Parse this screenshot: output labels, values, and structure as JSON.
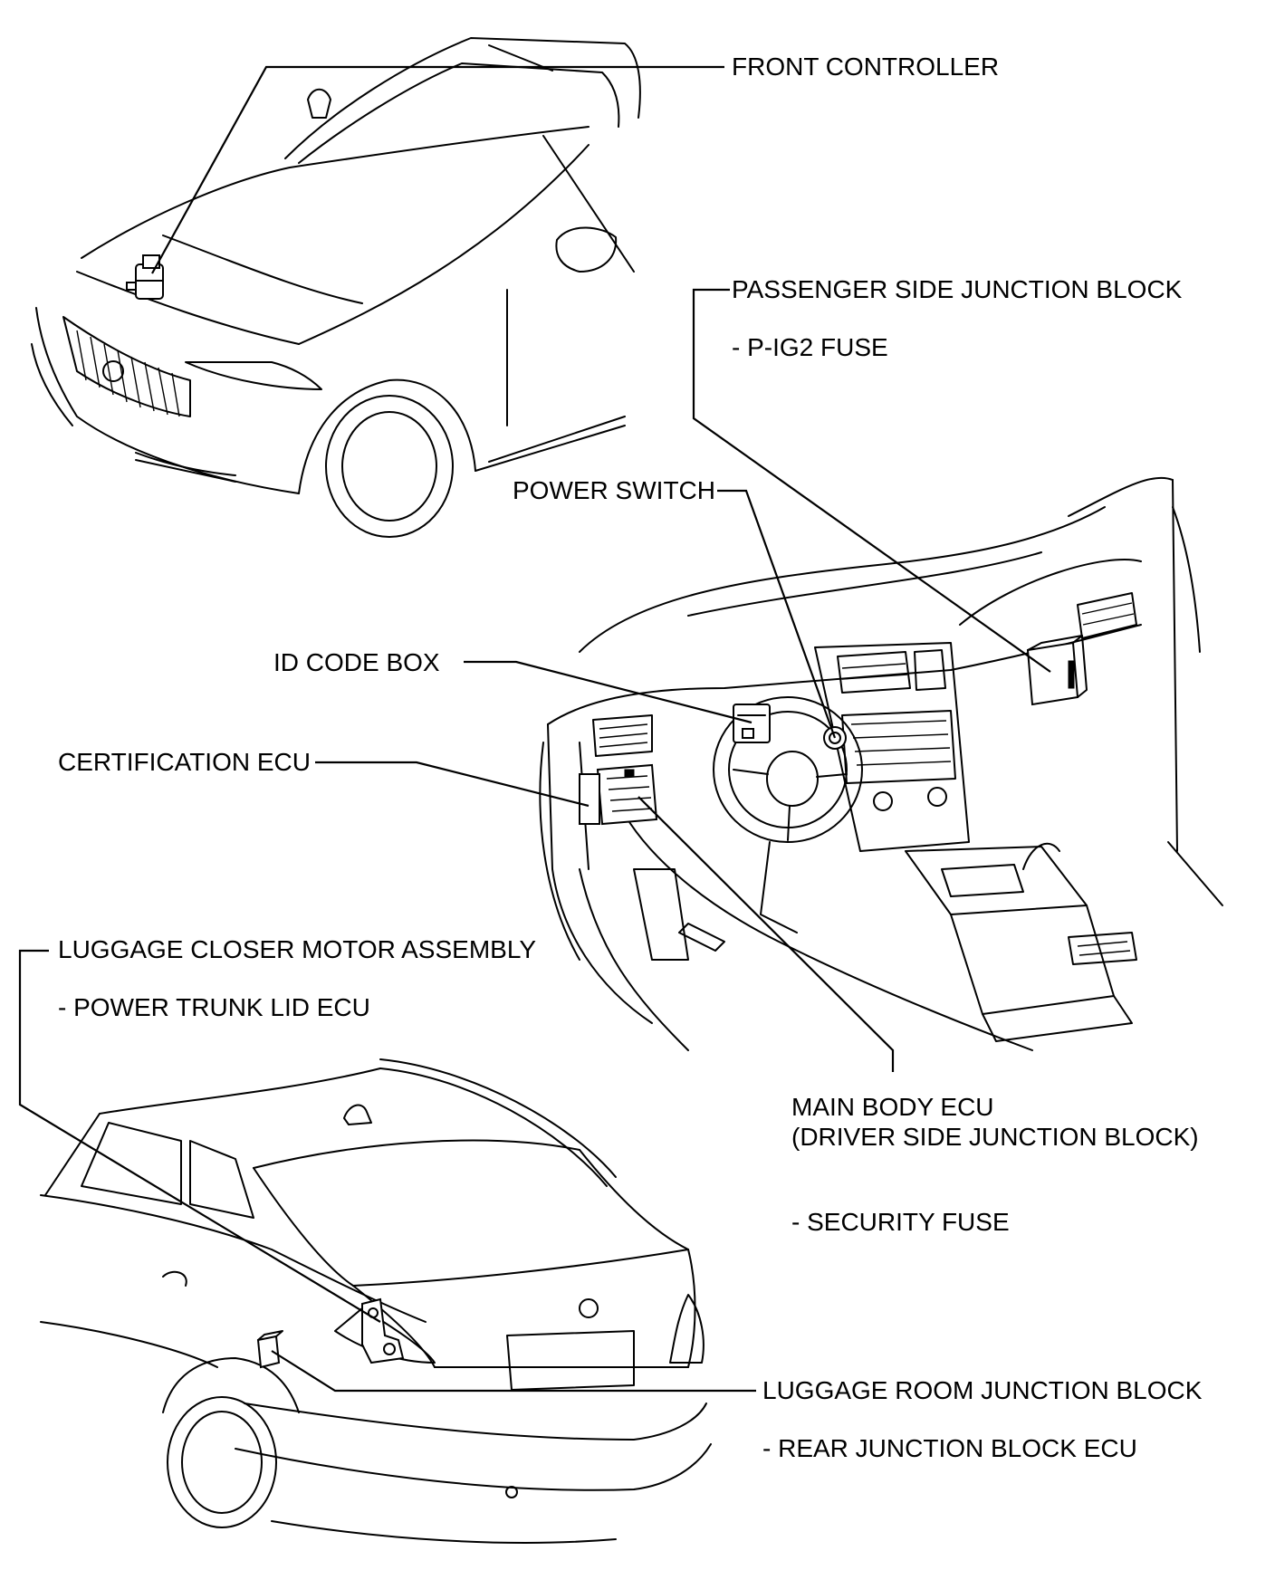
{
  "labels": {
    "front_controller": "FRONT CONTROLLER",
    "passenger_jb": "PASSENGER SIDE JUNCTION BLOCK",
    "p_ig2_fuse": "- P-IG2 FUSE",
    "power_switch": "POWER SWITCH",
    "id_code_box": "ID CODE BOX",
    "certification_ecu": "CERTIFICATION ECU",
    "luggage_closer": "LUGGAGE CLOSER MOTOR ASSEMBLY",
    "power_trunk_ecu": "- POWER TRUNK LID ECU",
    "main_body_ecu": "MAIN BODY ECU",
    "driver_jb": "(DRIVER SIDE JUNCTION BLOCK)",
    "security_fuse": "- SECURITY FUSE",
    "luggage_room_jb": "LUGGAGE ROOM JUNCTION BLOCK",
    "rear_jb_ecu": "- REAR JUNCTION BLOCK ECU"
  }
}
